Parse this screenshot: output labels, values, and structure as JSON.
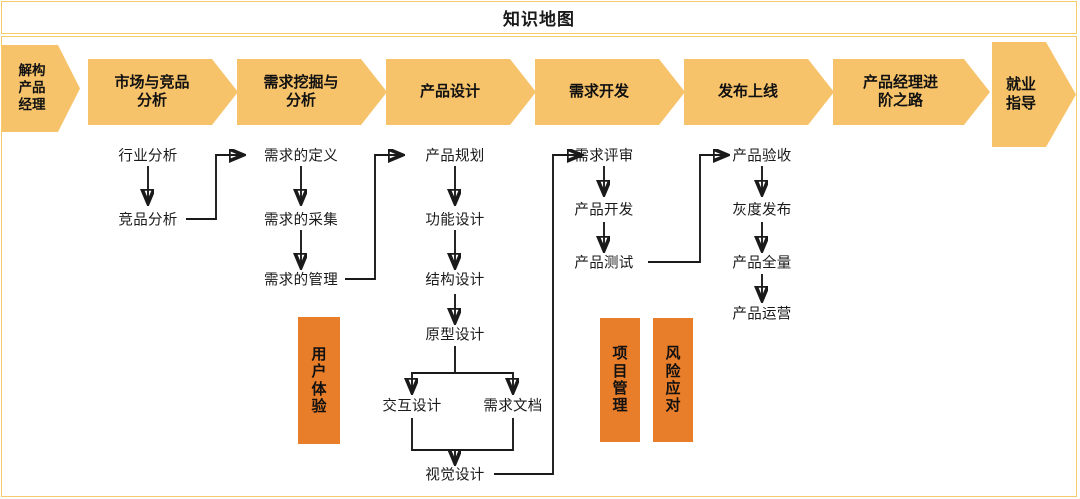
{
  "title": "知识地图",
  "banners": [
    {
      "label": "解构\n产品\n经理",
      "kind": "v-first"
    },
    {
      "label": "市场与竞品\n分析",
      "kind": "h"
    },
    {
      "label": "需求挖掘与\n分析",
      "kind": "h"
    },
    {
      "label": "产品设计",
      "kind": "h"
    },
    {
      "label": "需求开发",
      "kind": "h"
    },
    {
      "label": "发布上线",
      "kind": "h"
    },
    {
      "label": "产品经理进\n阶之路",
      "kind": "h"
    },
    {
      "label": "就业\n指导",
      "kind": "v-last"
    }
  ],
  "columns": {
    "market": {
      "nodes": [
        "行业分析",
        "竞品分析"
      ]
    },
    "requirement": {
      "nodes": [
        "需求的定义",
        "需求的采集",
        "需求的管理"
      ]
    },
    "design": {
      "nodes": [
        "产品规划",
        "功能设计",
        "结构设计",
        "原型设计",
        "交互设计",
        "需求文档",
        "视觉设计"
      ]
    },
    "development": {
      "nodes": [
        "需求评审",
        "产品开发",
        "产品测试"
      ]
    },
    "release": {
      "nodes": [
        "产品验收",
        "灰度发布",
        "产品全量",
        "产品运营"
      ]
    }
  },
  "side_boxes": [
    {
      "label": "用户\n体验",
      "vertical_label": "用\n户\n体\n验"
    },
    {
      "label": "项目管理",
      "vertical_label": "项\n目\n管\n理"
    },
    {
      "label": "风险应对",
      "vertical_label": "风\n险\n应\n对"
    }
  ],
  "colors": {
    "banner": "#f7c36a",
    "box": "#e87d2a",
    "frame_border": "#f6cb6a",
    "connector": "#1a1a1a",
    "text": "#1a1a1a",
    "background": "#ffffff"
  }
}
